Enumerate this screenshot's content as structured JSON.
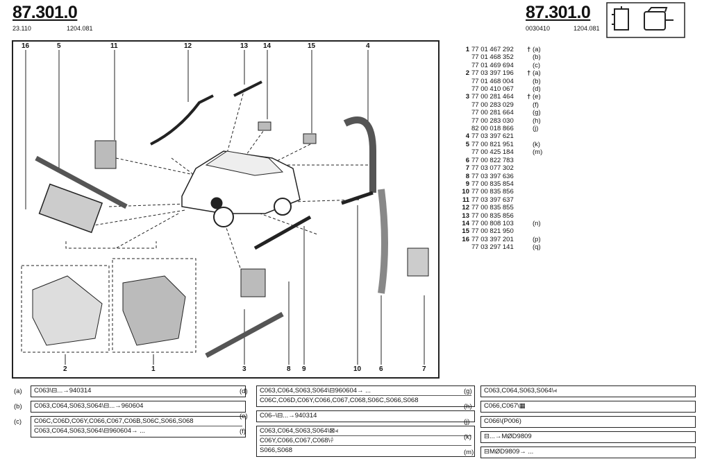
{
  "header": {
    "left_title": "87.301.0",
    "left_code1": "23.110",
    "left_code2": "1204.081",
    "right_title": "87.301.0",
    "right_code1": "0030410",
    "right_code2": "1204.081"
  },
  "callouts_top": [
    "16",
    "5",
    "11",
    "12",
    "13",
    "14",
    "15",
    "4"
  ],
  "callouts_bottom": [
    "2",
    "1",
    "3",
    "8",
    "9",
    "10",
    "6",
    "7"
  ],
  "parts": [
    {
      "n": "1",
      "ref": "77 01 467 292",
      "dagger": "†",
      "note": "(a)"
    },
    {
      "n": "",
      "ref": "77 01 468 352",
      "dagger": "",
      "note": "(b)"
    },
    {
      "n": "",
      "ref": "77 01 469 694",
      "dagger": "",
      "note": "(c)"
    },
    {
      "n": "2",
      "ref": "77 03 397 196",
      "dagger": "†",
      "note": "(a)"
    },
    {
      "n": "",
      "ref": "77 01 468 004",
      "dagger": "",
      "note": "(b)"
    },
    {
      "n": "",
      "ref": "77 00 410 067",
      "dagger": "",
      "note": "(d)"
    },
    {
      "n": "3",
      "ref": "77 00 281 464",
      "dagger": "†",
      "note": "(e)"
    },
    {
      "n": "",
      "ref": "77 00 283 029",
      "dagger": "",
      "note": "(f)"
    },
    {
      "n": "",
      "ref": "77 00 281 664",
      "dagger": "",
      "note": "(g)"
    },
    {
      "n": "",
      "ref": "77 00 283 030",
      "dagger": "",
      "note": "(h)"
    },
    {
      "n": "",
      "ref": "82 00 018 866",
      "dagger": "",
      "note": "(j)"
    },
    {
      "n": "4",
      "ref": "77 03 397 621",
      "dagger": "",
      "note": ""
    },
    {
      "n": "5",
      "ref": "77 00 821 951",
      "dagger": "",
      "note": "(k)"
    },
    {
      "n": "",
      "ref": "77 00 425 184",
      "dagger": "",
      "note": "(m)"
    },
    {
      "n": "6",
      "ref": "77 00 822 783",
      "dagger": "",
      "note": ""
    },
    {
      "n": "7",
      "ref": "77 03 077 302",
      "dagger": "",
      "note": ""
    },
    {
      "n": "8",
      "ref": "77 03 397 636",
      "dagger": "",
      "note": ""
    },
    {
      "n": "9",
      "ref": "77 00 835 854",
      "dagger": "",
      "note": ""
    },
    {
      "n": "10",
      "ref": "77 00 835 856",
      "dagger": "",
      "note": ""
    },
    {
      "n": "11",
      "ref": "77 03 397 637",
      "dagger": "",
      "note": ""
    },
    {
      "n": "12",
      "ref": "77 00 835 855",
      "dagger": "",
      "note": ""
    },
    {
      "n": "13",
      "ref": "77 00 835 856",
      "dagger": "",
      "note": ""
    },
    {
      "n": "14",
      "ref": "77 00 808 103",
      "dagger": "",
      "note": "(n)"
    },
    {
      "n": "15",
      "ref": "77 00 821 950",
      "dagger": "",
      "note": ""
    },
    {
      "n": "16",
      "ref": "77 03 397 201",
      "dagger": "",
      "note": "(p)"
    },
    {
      "n": "",
      "ref": "77 03 297 141",
      "dagger": "",
      "note": "(q)"
    }
  ],
  "notes": [
    {
      "label": "(a)",
      "lines": [
        "C063\\⊟...→940314"
      ]
    },
    {
      "label": "(b)",
      "lines": [
        "C063,C064,S063,S064\\⊟...→960604"
      ]
    },
    {
      "label": "(c)",
      "lines": [
        "C06C,C06D,C06Y,C066,C067,C06B,S06C,S066,S068",
        "C063,C064,S063,S064\\⊟960604→ ..."
      ]
    },
    {
      "label": "(d)",
      "lines": [
        "C063,C064,S063,S064\\⊟960604→ ...",
        "C06C,C06D,C06Y,C066,C067,C068,S06C,S066,S068"
      ]
    },
    {
      "label": "(e)",
      "lines": [
        "C06–\\⊟...→940314"
      ]
    },
    {
      "label": "(f)",
      "lines": [
        "C063,C064,S063,S064\\⊠⫞",
        "C06Y,C066,C067,C068\\⫩",
        "S066,S068"
      ]
    },
    {
      "label": "(g)",
      "lines": [
        "C063,C064,S063,S064\\⫞"
      ]
    },
    {
      "label": "(h)",
      "lines": [
        "C066,C067\\▦"
      ]
    },
    {
      "label": "(j)",
      "lines": [
        "C066\\(P006)"
      ]
    },
    {
      "label": "(k)",
      "lines": [
        "⊟...→MØD9809"
      ]
    },
    {
      "label": "(m)",
      "lines": [
        "⊟MØD9809→ ..."
      ]
    }
  ]
}
